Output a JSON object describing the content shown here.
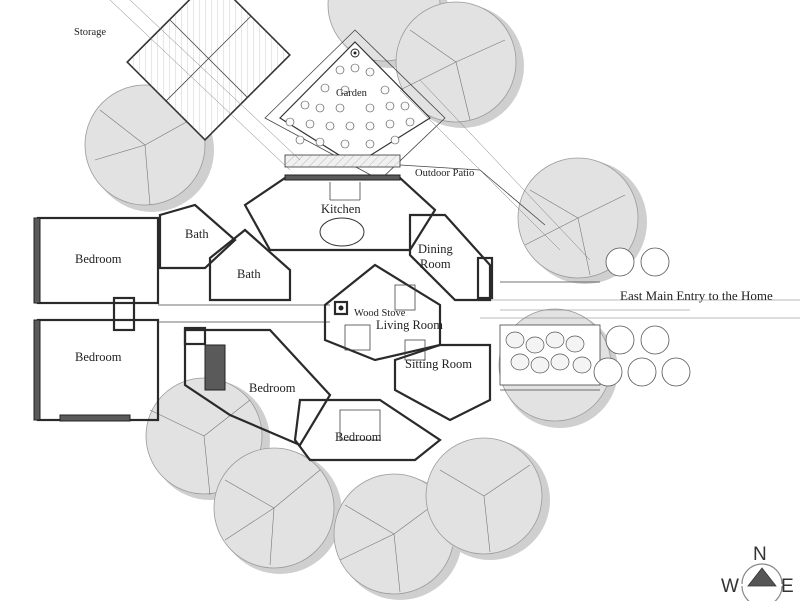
{
  "labels": {
    "storage": "Storage",
    "garden": "Garden",
    "outdoor_patio": "Outdoor Patio",
    "kitchen": "Kitchen",
    "bath_upper": "Bath",
    "bath_lower": "Bath",
    "bedroom_nw": "Bedroom",
    "bedroom_w": "Bedroom",
    "dining_room_line1": "Dining",
    "dining_room_line2": "Room",
    "wood_stove": "Wood Stove",
    "living_room": "Living Room",
    "sitting_room": "Sitting Room",
    "bedroom_center": "Bedroom",
    "bedroom_south": "Bedroom",
    "east_entry": "East Main Entry to the Home"
  },
  "compass": {
    "north": "N",
    "west": "W",
    "east": "E"
  }
}
